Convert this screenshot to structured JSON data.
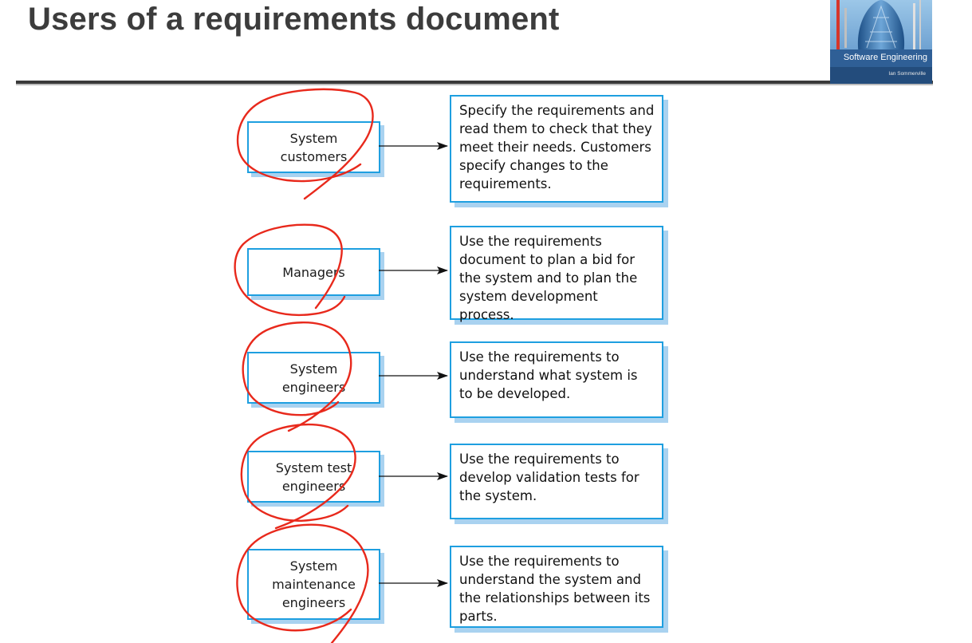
{
  "slide": {
    "title": "Users of a requirements document"
  },
  "book_cover": {
    "title": "Software Engineering",
    "author": "Ian Sommerville"
  },
  "diagram": {
    "rows": [
      {
        "role": "System\ncustomers",
        "description": "Specify the requirements and\nread them to check that they\nmeet their needs. Customers\nspecify changes to the\nrequirements."
      },
      {
        "role": "Managers",
        "description": "Use the requirements\ndocument to plan a bid for\nthe system and to plan the\nsystem development process."
      },
      {
        "role": "System\nengineers",
        "description": "Use the requirements to\nunderstand what system is\nto be developed."
      },
      {
        "role": "System test\nengineers",
        "description": "Use the requirements to\ndevelop validation tests for\nthe system."
      },
      {
        "role": "System\nmaintenance\nengineers",
        "description": "Use the requirements to\nunderstand the system and\nthe relationships between its\nparts."
      }
    ]
  },
  "colors": {
    "box_border": "#1e9fe0",
    "box_shadow": "#a9d2f0",
    "annotation": "#e8291c",
    "title_text": "#3c3c3c"
  }
}
